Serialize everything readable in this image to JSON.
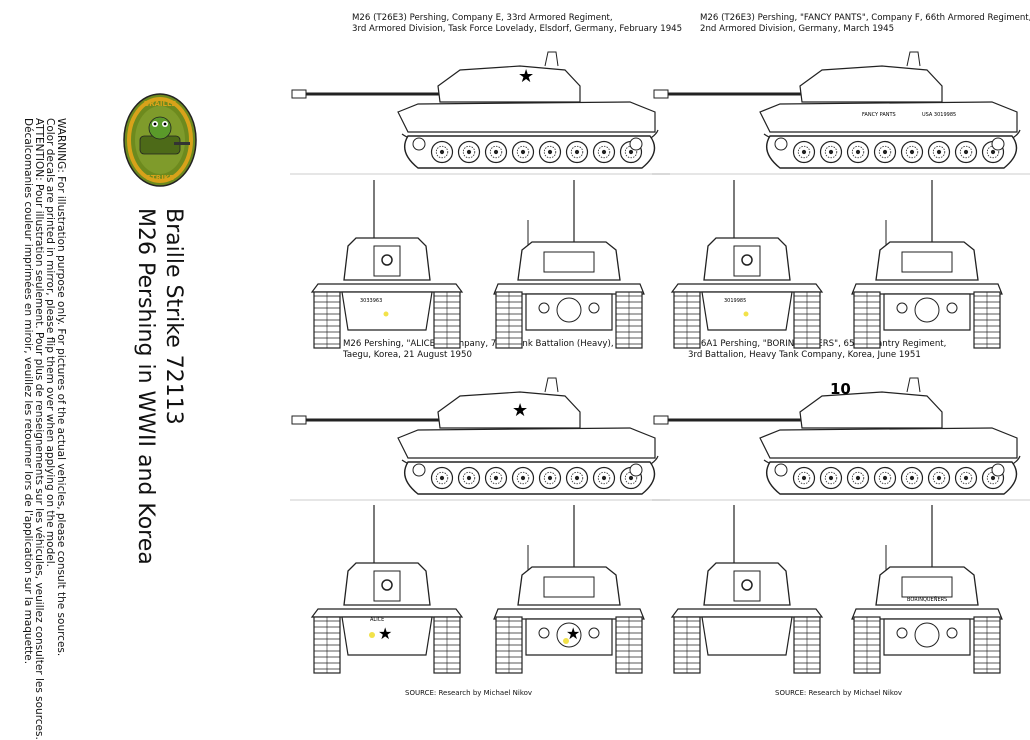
{
  "sheet": {
    "title_line1": "Braille Strike 72113",
    "title_line2": "M26 Pershing in WWII and Korea",
    "warning_en_1": "WARNING: For illustration purpose only. For pictures of the actual vehicles, please consult the sources.",
    "warning_en_2": "Color decals are printed in mirror, please flip them over when applying on the model.",
    "warning_fr_1": "ATTENTION: Pour illustration seulement. Pour plus de renseignements sur les véhicules, veuillez consulter les sources.",
    "warning_fr_2": "Décalcomanies couleur imprimées en miroir, veuillez les retourner lors de l'application sur la maquette.",
    "logo_text_top": "BRAILLE",
    "logo_text_bottom": "STRIKE"
  },
  "vehicles": [
    {
      "caption_1": "M26 (T26E3) Pershing, Company E, 33rd Armored Regiment,",
      "caption_2": "3rd Armored Division, Task Force Lovelady, Elsdorf, Germany, February 1945",
      "front_plate": "3033963"
    },
    {
      "caption_1": "M26 (T26E3) Pershing, \"FANCY PANTS\", Company F, 66th Armored Regiment,",
      "caption_2": "2nd Armored Division, Germany, March 1945",
      "hull_name": "FANCY PANTS",
      "hull_serial": "USA 3019985",
      "front_plate": "3019985"
    },
    {
      "caption_1": "M26 Pershing, \"ALICE\", Company, 73rd Tank Battalion (Heavy),",
      "caption_2": "Taegu, Korea, 21 August 1950",
      "front_plate": "ALICE"
    },
    {
      "caption_1": "M46A1 Pershing, \"BORING ???ERS\", 65th Infantry Regiment,",
      "caption_2": "3rd Battalion, Heavy Tank Company, Korea, June 1951",
      "turret_number": "10",
      "rear_plate": "BORINQUEÑERS"
    }
  ],
  "sources": [
    "SOURCE: Research by Michael Nikov",
    "SOURCE: Research by Michael Nikov"
  ],
  "colors": {
    "line": "#222222",
    "logo_outer": "#6d8a1e",
    "logo_ring": "#d8a21a",
    "logo_frog": "#5a9a2a",
    "star": "#111111",
    "decal_yellow": "#f2e24a"
  }
}
